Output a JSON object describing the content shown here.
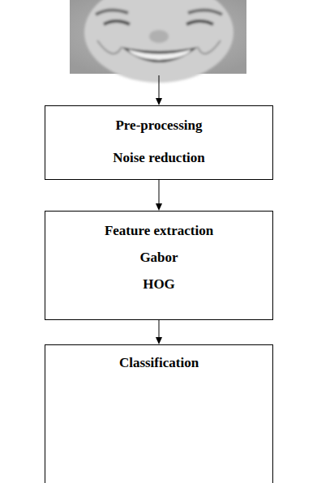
{
  "diagram": {
    "nodes": [
      {
        "text": [
          "Pre-processing",
          "Noise reduction"
        ]
      },
      {
        "text": [
          "Feature extraction",
          "Gabor",
          "HOG"
        ]
      },
      {
        "text": [
          "Classification"
        ]
      }
    ],
    "edges": [
      {
        "from": 0,
        "to": 1,
        "arrow": "to"
      },
      {
        "from": 1,
        "to": 2,
        "arrow": "to"
      }
    ]
  }
}
